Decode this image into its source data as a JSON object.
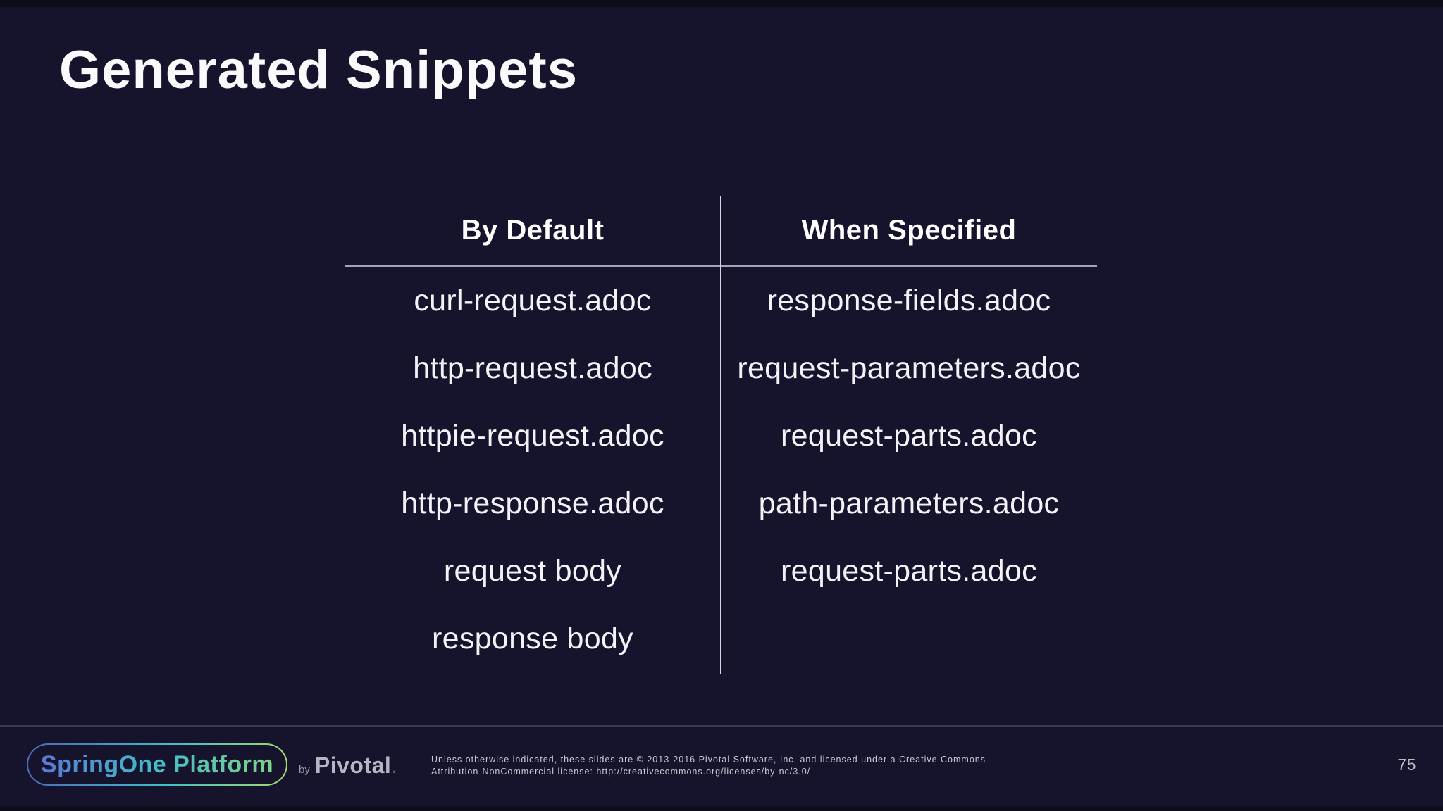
{
  "slide": {
    "title": "Generated Snippets",
    "page_number": "75"
  },
  "table": {
    "columns": [
      {
        "header": "By Default"
      },
      {
        "header": "When Specified"
      }
    ],
    "rows": [
      {
        "by_default": "curl-request.adoc",
        "when_specified": "response-fields.adoc"
      },
      {
        "by_default": "http-request.adoc",
        "when_specified": "request-parameters.adoc"
      },
      {
        "by_default": "httpie-request.adoc",
        "when_specified": "request-parts.adoc"
      },
      {
        "by_default": "http-response.adoc",
        "when_specified": "path-parameters.adoc"
      },
      {
        "by_default": "request body",
        "when_specified": "request-parts.adoc"
      },
      {
        "by_default": "response body",
        "when_specified": ""
      }
    ]
  },
  "footer": {
    "logo_text": "SpringOne Platform",
    "by_label": "by",
    "brand": "Pivotal",
    "brand_suffix": ".",
    "license_line1": "Unless otherwise indicated, these slides are © 2013-2016 Pivotal Software, Inc. and licensed under a Creative Commons",
    "license_line2": "Attribution-NonCommercial license: http://creativecommons.org/licenses/by-nc/3.0/"
  },
  "colors": {
    "background": "#16142c",
    "edge_bar": "#0d0c1a",
    "text": "#f3f3f7",
    "header_text": "#ffffff",
    "header_rule": "#a2a3ba",
    "column_divider": "#d6d6e2",
    "footer_rule": "#39384e",
    "muted_text": "#c9c9d6",
    "logo_gradient_start": "#5b79d4",
    "logo_gradient_mid": "#41bec8",
    "logo_gradient_end": "#7ed287",
    "brand_text": "#b6b4c5"
  }
}
